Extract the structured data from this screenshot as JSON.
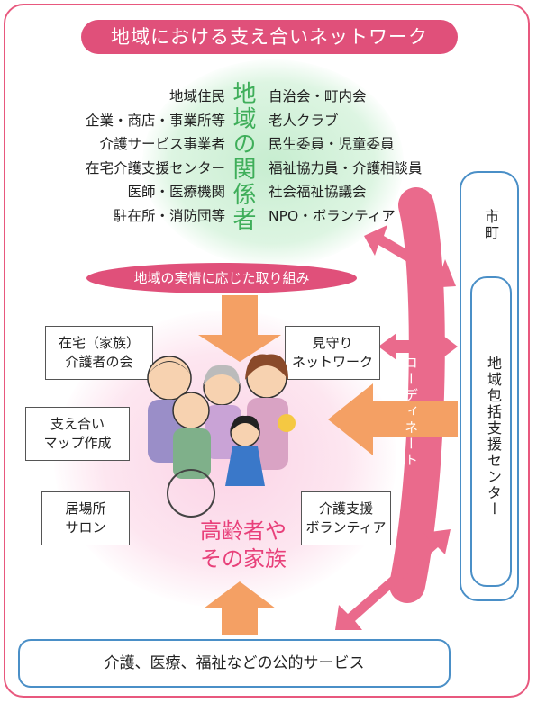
{
  "title": "地域における支え合いネットワーク",
  "stakeholders": {
    "vertical_title": "地域の関係者",
    "left": [
      "地域住民",
      "企業・商店・事業所等",
      "介護サービス事業者",
      "在宅介護支援センター",
      "医師・医療機関",
      "駐在所・消防団等"
    ],
    "right": [
      "自治会・町内会",
      "老人クラブ",
      "民生委員・児童委員",
      "福祉協力員・介護相談員",
      "社会福祉協議会",
      "NPO・ボランティア"
    ]
  },
  "banner": "地域の実情に応じた取り組み",
  "activities": {
    "family_caregivers": [
      "在宅（家族）",
      "介護者の会"
    ],
    "support_map": [
      "支え合い",
      "マップ作成"
    ],
    "salon": [
      "居場所",
      "サロン"
    ],
    "watch_network": [
      "見守り",
      "ネットワーク"
    ],
    "care_volunteer": [
      "介護支援",
      "ボランティア"
    ]
  },
  "center": {
    "line1": "高齢者や",
    "line2": "その家族"
  },
  "coordinate": "コーディネート",
  "municipality": "市町",
  "support_center": "地域包括支援センター",
  "public_services": "介護、医療、福祉などの公的サービス",
  "colors": {
    "pink": "#e0507a",
    "green": "#3fae5a",
    "orange": "#f4a064",
    "blue": "#4a8fc7"
  }
}
